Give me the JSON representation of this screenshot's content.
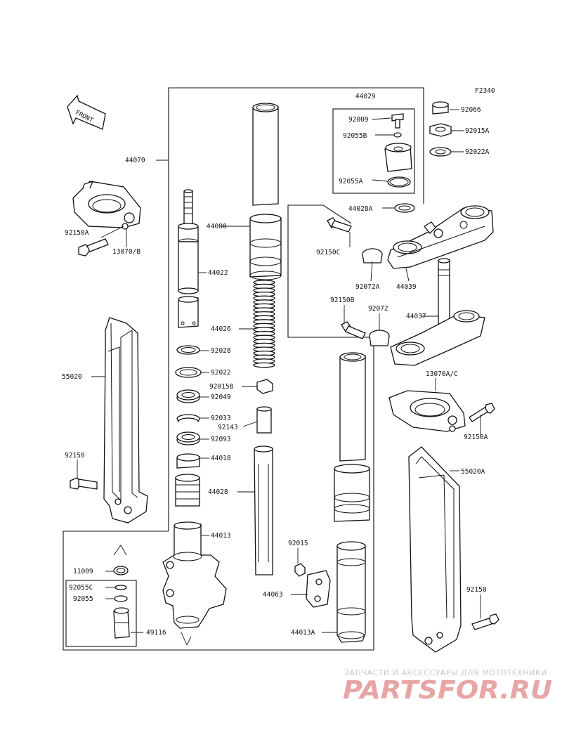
{
  "diagram": {
    "code": "F2340",
    "front_label": "FRONT",
    "parts": {
      "p44029": "44029",
      "p92009": "92009",
      "p92055B": "92055B",
      "p92055A": "92055A",
      "p44028A": "44028A",
      "p92066": "92066",
      "p92015A": "92015A",
      "p92022A": "92022A",
      "p44070": "44070",
      "p92150A_l": "92150A",
      "p13070B": "13070/B",
      "p44000": "44000",
      "p44022": "44022",
      "p44026": "44026",
      "p92028": "92028",
      "p92022": "92022",
      "p92015B": "92015B",
      "p92049": "92049",
      "p92033": "92033",
      "p92143": "92143",
      "p92093": "92093",
      "p44018": "44018",
      "p44028": "44028",
      "p44013": "44013",
      "p92150C": "92150C",
      "p92072A": "92072A",
      "p44039": "44039",
      "p92150B": "92150B",
      "p92072": "92072",
      "p44037": "44037",
      "p13070AC": "13070A/C",
      "p92150A_r": "92150A",
      "p55020": "55020",
      "p92150_l": "92150",
      "p55020A": "55020A",
      "p92150_r": "92150",
      "p11009": "11009",
      "p92055C": "92055C",
      "p92055": "92055",
      "p49116": "49116",
      "p92015": "92015",
      "p44063": "44063",
      "p44013A": "44013A"
    }
  },
  "watermark": {
    "top_text": "ЗАПЧАСТИ И АКСЕССУАРЫ ДЛЯ МОТОТЕХНИКИ",
    "logo_text": "PARTSFOR.RU",
    "color": "#e8a5a5"
  }
}
